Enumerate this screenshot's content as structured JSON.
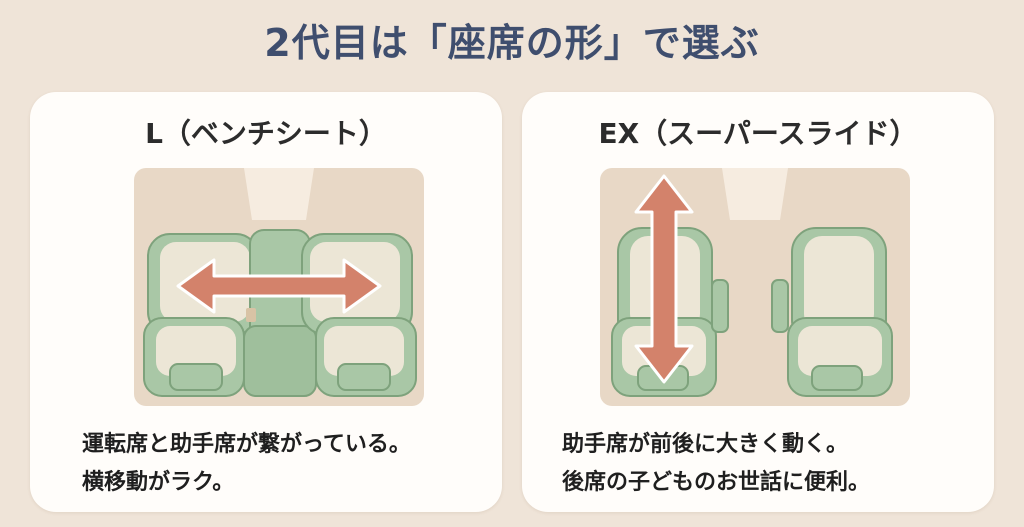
{
  "title": "2代目は「座席の形」で選ぶ",
  "cards": [
    {
      "heading": "L（ベンチシート）",
      "lines": [
        "運転席と助手席が繋がっている。",
        "横移動がラク。"
      ]
    },
    {
      "heading": "EX（スーパースライド）",
      "lines": [
        "助手席が前後に大きく動く。",
        "後席の子どものお世話に便利。"
      ]
    }
  ],
  "colors": {
    "background": "#efe4d8",
    "title": "#3f4e6e",
    "seat": "#a9c7a6",
    "seat_light": "#ece6d6",
    "arrow": "#d3826b"
  }
}
